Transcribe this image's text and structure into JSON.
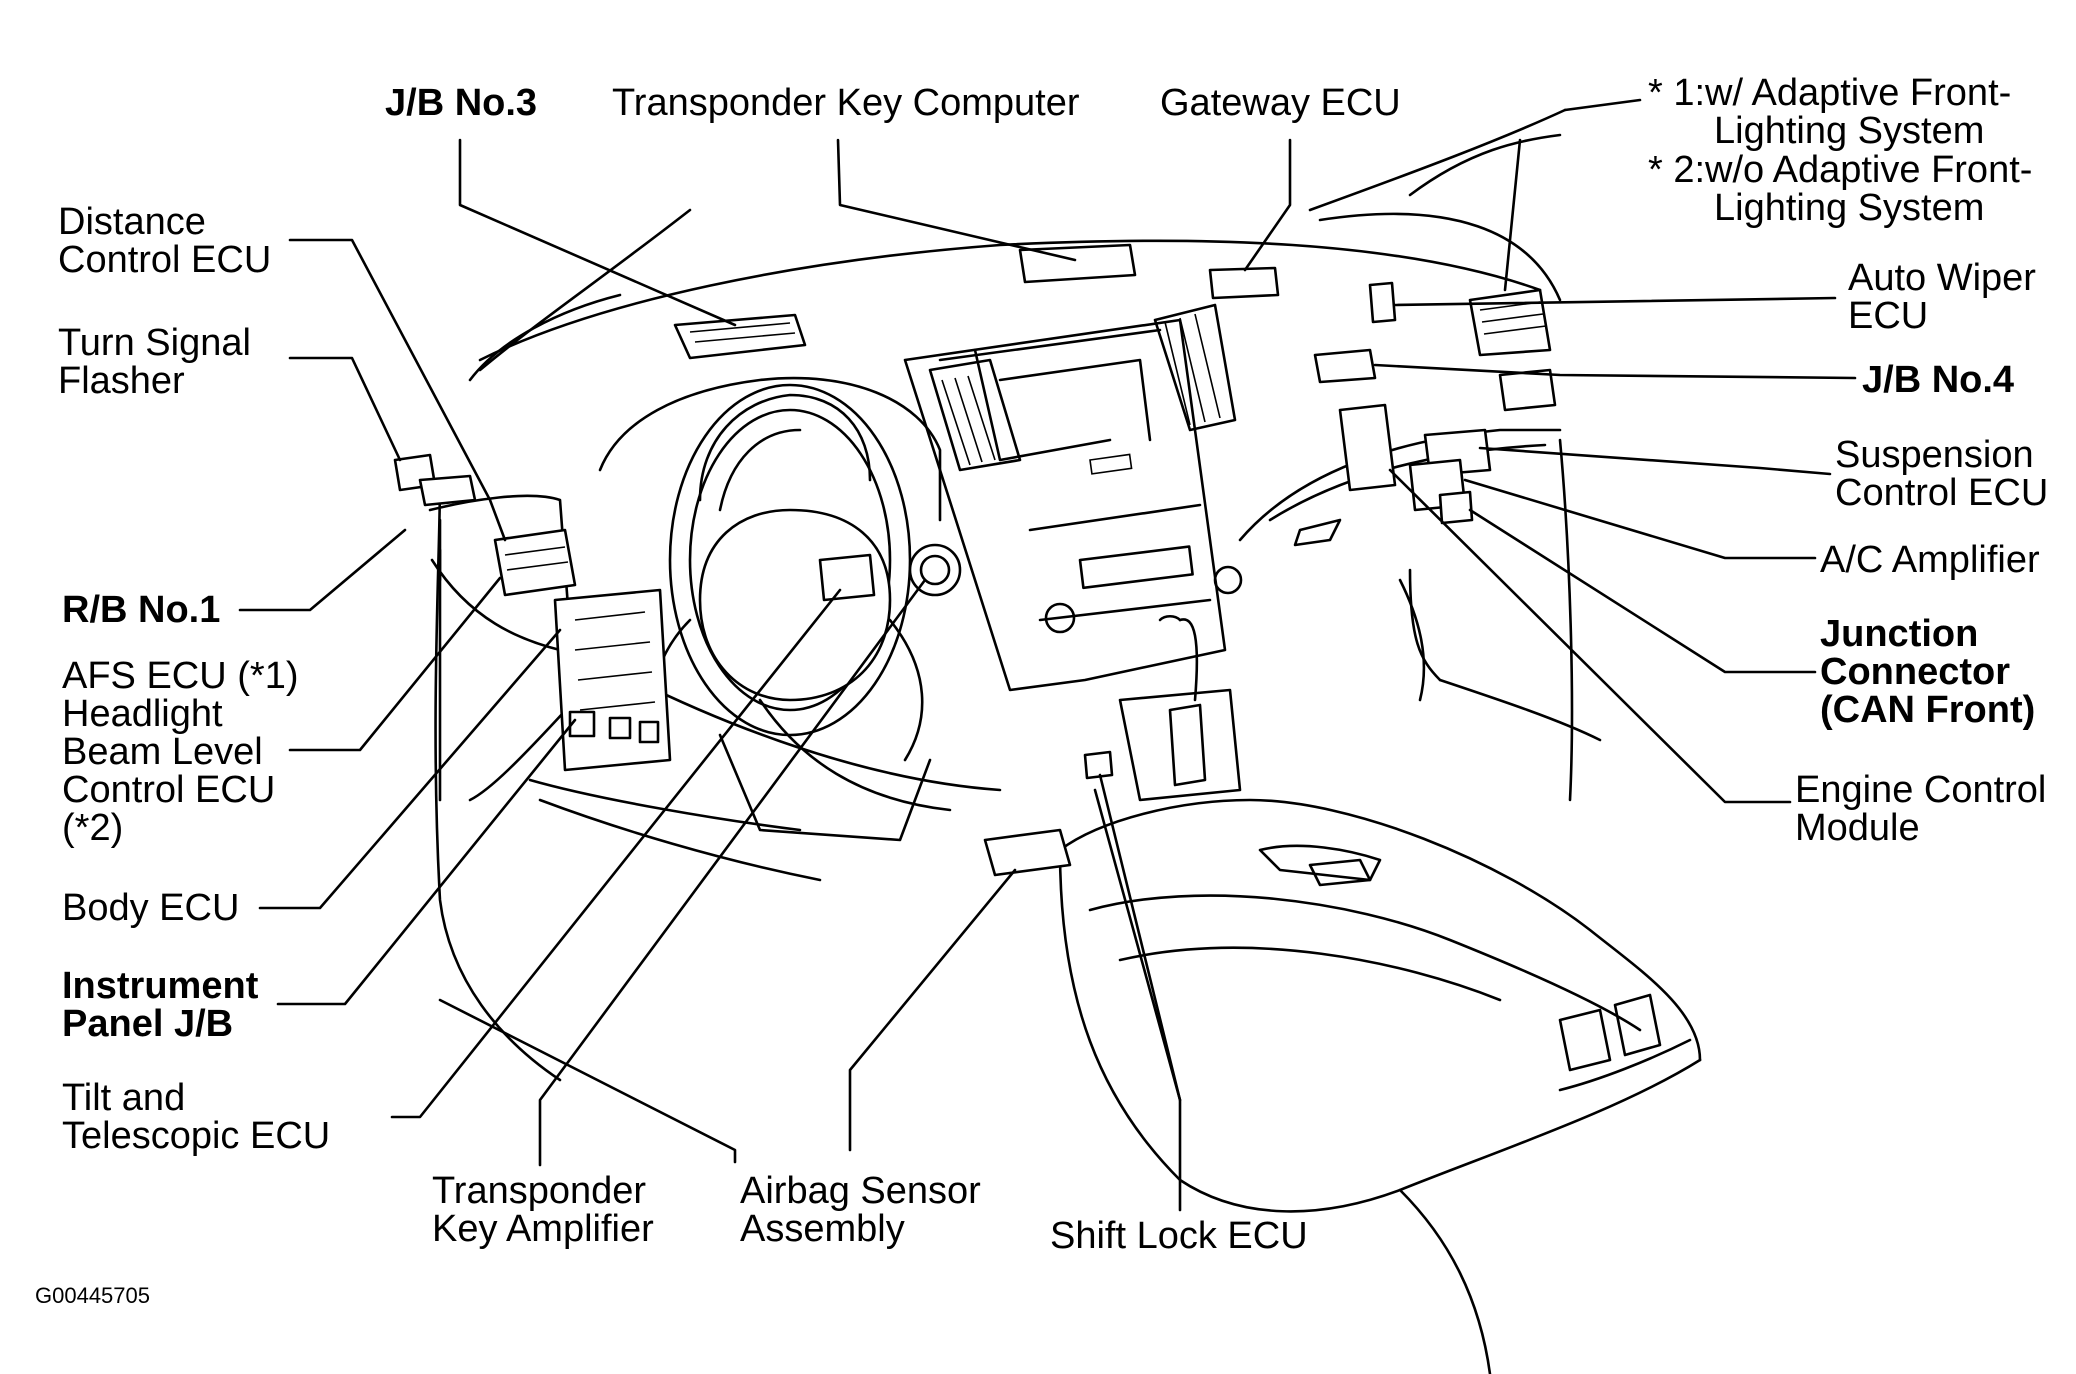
{
  "labels": {
    "jb3": "J/B No.3",
    "transponder_key_computer": "Transponder Key Computer",
    "gateway_ecu": "Gateway ECU",
    "note1_line1": "* 1:w/ Adaptive Front-",
    "note1_line2": "Lighting System",
    "note2_line1": "* 2:w/o Adaptive Front-",
    "note2_line2": "Lighting System",
    "distance_line1": "Distance",
    "distance_line2": "Control ECU",
    "turn_line1": "Turn Signal",
    "turn_line2": "Flasher",
    "rb1": "R/B No.1",
    "afs_line1": "AFS ECU (*1)",
    "afs_line2": "Headlight",
    "afs_line3": "Beam Level",
    "afs_line4": "Control ECU",
    "afs_line5": "(*2)",
    "body_ecu": "Body ECU",
    "ipjb_line1": "Instrument",
    "ipjb_line2": "Panel J/B",
    "tilt_line1": "Tilt and",
    "tilt_line2": "Telescopic ECU",
    "tka_line1": "Transponder",
    "tka_line2": "Key Amplifier",
    "airbag_line1": "Airbag Sensor",
    "airbag_line2": "Assembly",
    "shift_lock": "Shift Lock ECU",
    "auto_wiper_line1": "Auto Wiper",
    "auto_wiper_line2": "ECU",
    "jb4": "J/B No.4",
    "suspension_line1": "Suspension",
    "suspension_line2": "Control ECU",
    "ac_amp": "A/C Amplifier",
    "junction_line1": "Junction",
    "junction_line2": "Connector",
    "junction_line3": "(CAN Front)",
    "ecm_line1": "Engine Control",
    "ecm_line2": "Module"
  },
  "figure_id": "G00445705"
}
